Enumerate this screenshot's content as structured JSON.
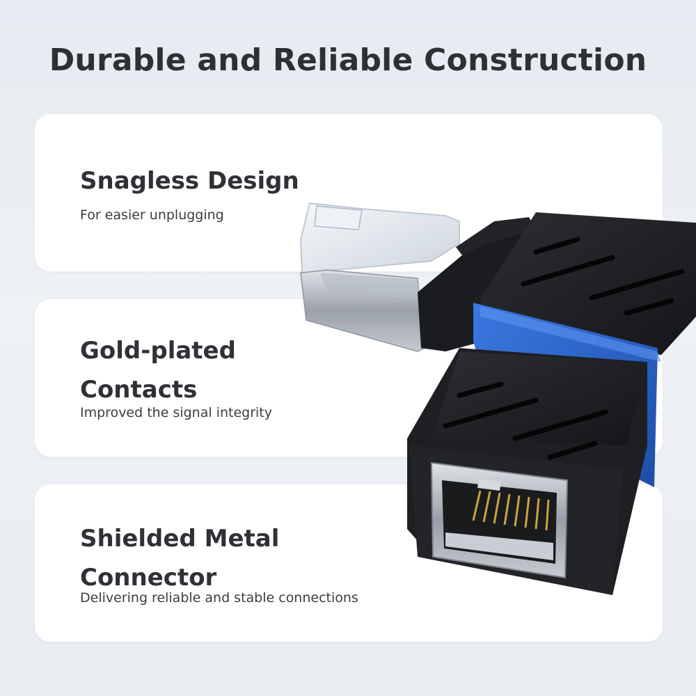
{
  "page": {
    "title": "Durable and Reliable Construction"
  },
  "features": [
    {
      "title": "Snagless Design",
      "subtitle": "For easier unplugging"
    },
    {
      "title": "Gold-plated Contacts",
      "subtitle": "Improved the signal integrity"
    },
    {
      "title": "Shielded Metal Connector",
      "subtitle": "Delivering reliable and stable connections"
    }
  ],
  "colors": {
    "background": "#e9edf2",
    "card": "#ffffff",
    "text": "#2e3034",
    "connector_body": "#1c1d20",
    "accent_band": "#2a62c9",
    "gold_pins": "#c9a340"
  },
  "product_image": {
    "icon": "rj45-right-angle-adapter-illustration"
  }
}
